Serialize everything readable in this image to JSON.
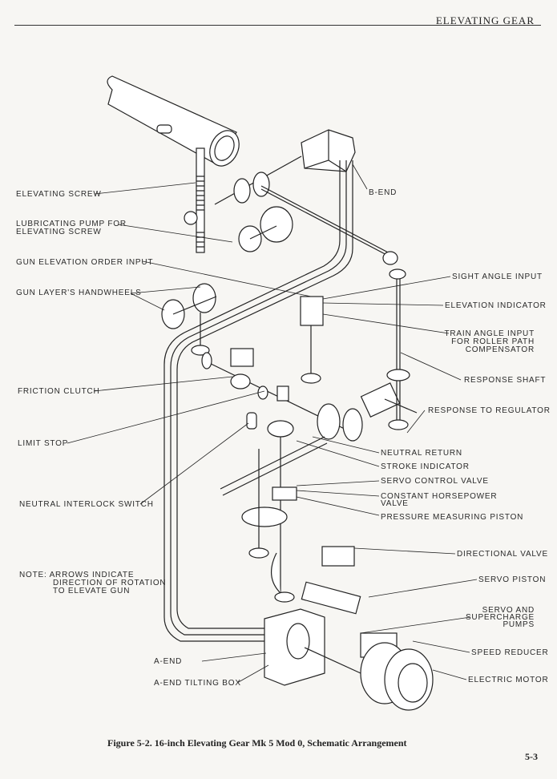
{
  "header": {
    "title": "ELEVATING GEAR"
  },
  "labels": {
    "elevating_screw": "ELEVATING SCREW",
    "lubricating_pump_1": "LUBRICATING PUMP FOR",
    "lubricating_pump_2": "ELEVATING SCREW",
    "gun_elevation_order": "GUN ELEVATION ORDER INPUT",
    "gun_layers_handwheels": "GUN LAYER'S HANDWHEELS",
    "friction_clutch": "FRICTION CLUTCH",
    "limit_stop": "LIMIT STOP",
    "neutral_interlock": "NEUTRAL INTERLOCK SWITCH",
    "note_1": "NOTE:   ARROWS INDICATE",
    "note_2": "DIRECTION OF ROTATION",
    "note_3": "TO ELEVATE GUN",
    "a_end": "A-END",
    "a_end_tilting_box": "A-END TILTING BOX",
    "b_end": "B-END",
    "sight_angle_input": "SIGHT ANGLE INPUT",
    "elevation_indicator": "ELEVATION INDICATOR",
    "train_angle_1": "TRAIN ANGLE INPUT",
    "train_angle_2": "FOR ROLLER PATH",
    "train_angle_3": "COMPENSATOR",
    "response_shaft": "RESPONSE SHAFT",
    "response_to_regulator": "RESPONSE TO REGULATOR",
    "neutral_return": "NEUTRAL RETURN",
    "stroke_indicator": "STROKE INDICATOR",
    "servo_control_valve": "SERVO CONTROL VALVE",
    "constant_hp_1": "CONSTANT HORSEPOWER",
    "constant_hp_2": "VALVE",
    "pressure_measuring_piston": "PRESSURE MEASURING PISTON",
    "directional_valve": "DIRECTIONAL VALVE",
    "servo_piston": "SERVO PISTON",
    "servo_pumps_1": "SERVO AND",
    "servo_pumps_2": "SUPERCHARGE",
    "servo_pumps_3": "PUMPS",
    "speed_reducer": "SPEED REDUCER",
    "electric_motor": "ELECTRIC MOTOR"
  },
  "caption": "Figure 5-2.  16-inch Elevating Gear Mk 5 Mod 0, Schematic Arrangement",
  "page_number": "5-3"
}
